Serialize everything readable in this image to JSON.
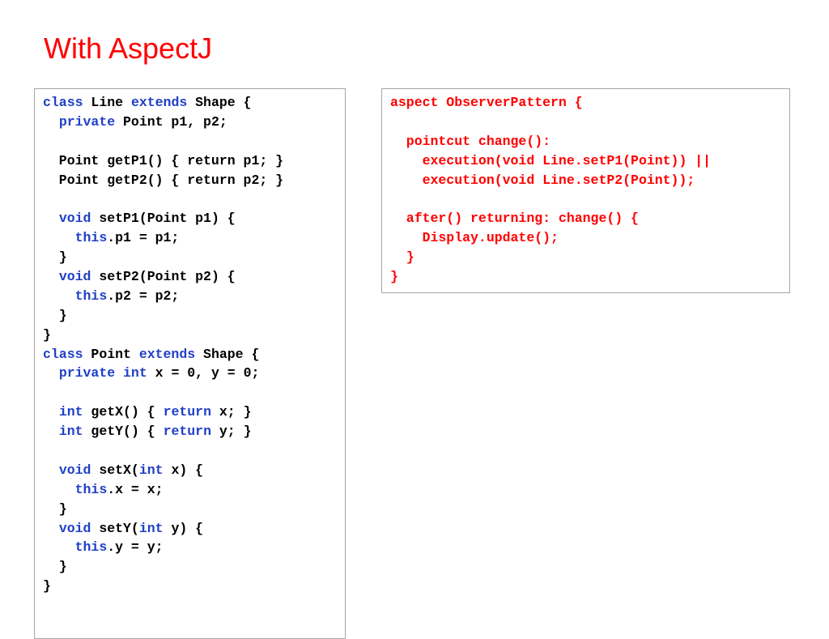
{
  "slide": {
    "title": "With AspectJ"
  },
  "left_code": {
    "lines": [
      [
        {
          "t": "class",
          "k": true
        },
        {
          "t": " Line "
        },
        {
          "t": "extends",
          "k": true
        },
        {
          "t": " Shape {"
        }
      ],
      [
        {
          "t": "  "
        },
        {
          "t": "private",
          "k": true
        },
        {
          "t": " Point p1, p2;"
        }
      ],
      [
        {
          "t": ""
        }
      ],
      [
        {
          "t": "  Point getP1() { return p1; }"
        }
      ],
      [
        {
          "t": "  Point getP2() { return p2; }"
        }
      ],
      [
        {
          "t": ""
        }
      ],
      [
        {
          "t": "  "
        },
        {
          "t": "void",
          "k": true
        },
        {
          "t": " setP1(Point p1) {"
        }
      ],
      [
        {
          "t": "    "
        },
        {
          "t": "this",
          "k": true
        },
        {
          "t": ".p1 = p1;"
        }
      ],
      [
        {
          "t": "  }"
        }
      ],
      [
        {
          "t": "  "
        },
        {
          "t": "void",
          "k": true
        },
        {
          "t": " setP2(Point p2) {"
        }
      ],
      [
        {
          "t": "    "
        },
        {
          "t": "this",
          "k": true
        },
        {
          "t": ".p2 = p2;"
        }
      ],
      [
        {
          "t": "  }"
        }
      ],
      [
        {
          "t": "}"
        }
      ],
      [
        {
          "t": "class",
          "k": true
        },
        {
          "t": " Point "
        },
        {
          "t": "extends",
          "k": true
        },
        {
          "t": " Shape {"
        }
      ],
      [
        {
          "t": "  "
        },
        {
          "t": "private",
          "k": true
        },
        {
          "t": " "
        },
        {
          "t": "int",
          "k": true
        },
        {
          "t": " x = 0, y = 0;"
        }
      ],
      [
        {
          "t": ""
        }
      ],
      [
        {
          "t": "  "
        },
        {
          "t": "int",
          "k": true
        },
        {
          "t": " getX() { "
        },
        {
          "t": "return",
          "k": true
        },
        {
          "t": " x; }"
        }
      ],
      [
        {
          "t": "  "
        },
        {
          "t": "int",
          "k": true
        },
        {
          "t": " getY() { "
        },
        {
          "t": "return",
          "k": true
        },
        {
          "t": " y; }"
        }
      ],
      [
        {
          "t": ""
        }
      ],
      [
        {
          "t": "  "
        },
        {
          "t": "void",
          "k": true
        },
        {
          "t": " setX("
        },
        {
          "t": "int",
          "k": true
        },
        {
          "t": " x) {"
        }
      ],
      [
        {
          "t": "    "
        },
        {
          "t": "this",
          "k": true
        },
        {
          "t": ".x = x;"
        }
      ],
      [
        {
          "t": "  }"
        }
      ],
      [
        {
          "t": "  "
        },
        {
          "t": "void",
          "k": true
        },
        {
          "t": " setY("
        },
        {
          "t": "int",
          "k": true
        },
        {
          "t": " y) {"
        }
      ],
      [
        {
          "t": "    "
        },
        {
          "t": "this",
          "k": true
        },
        {
          "t": ".y = y;"
        }
      ],
      [
        {
          "t": "  }"
        }
      ],
      [
        {
          "t": "}"
        }
      ]
    ]
  },
  "right_code": {
    "lines": [
      "aspect ObserverPattern {",
      "",
      "  pointcut change():",
      "    execution(void Line.setP1(Point)) ||",
      "    execution(void Line.setP2(Point));",
      "",
      "  after() returning: change() {",
      "    Display.update();",
      "  }",
      "}"
    ]
  },
  "colors": {
    "title": "#ff0000",
    "keyword": "#1f3fc7",
    "aspect_code": "#ff0000",
    "box_border": "#a6a6a6"
  }
}
